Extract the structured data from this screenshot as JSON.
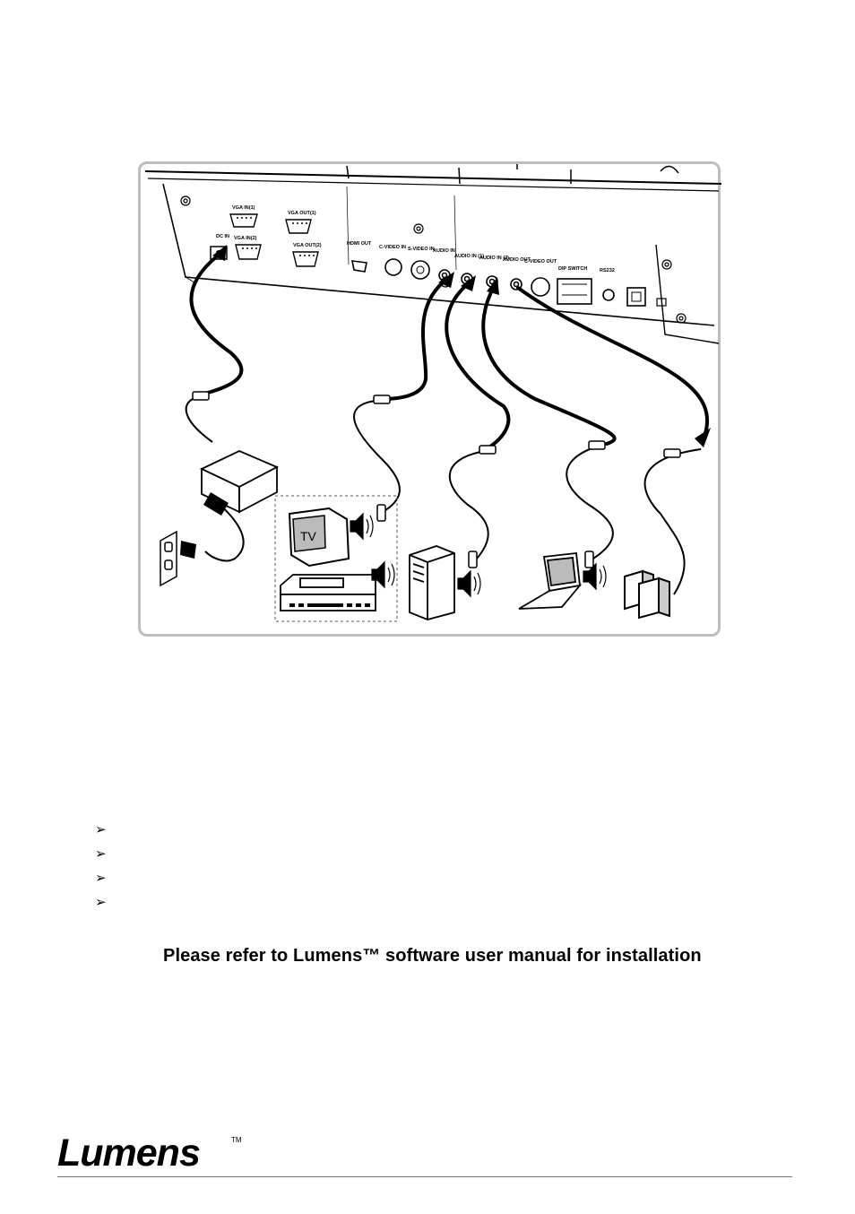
{
  "figure": {
    "port_labels": {
      "dc_in": "DC IN",
      "vga_in_1": "VGA IN(1)",
      "vga_out_1": "VGA OUT(1)",
      "vga_in_2": "VGA IN(2)",
      "vga_out_2": "VGA OUT(2)",
      "hdmi_out": "HDMI OUT",
      "c_video_in": "C-VIDEO IN",
      "s_video_in": "S-VIDEO IN",
      "audio_in": "AUDIO IN",
      "audio_in_1": "AUDIO IN (1)",
      "audio_in_2": "AUDIO IN (2)",
      "audio_out": "AUDIO OUT",
      "c_video_out": "C-VIDEO OUT",
      "dip_switch": "DIP SWITCH",
      "rs232": "RS232"
    },
    "tv_label": "TV",
    "icons": [
      "power-adapter-icon",
      "wall-outlet-icon",
      "tv-icon",
      "vcr-icon",
      "desktop-pc-icon",
      "laptop-icon",
      "speakers-icon",
      "speaker-sound-icon"
    ]
  },
  "bullets": {
    "glyph": "➢",
    "count": 4
  },
  "note": "Please refer to Lumens™ software user manual for installation",
  "footer": {
    "logo_text": "Lumens",
    "trademark": "TM"
  }
}
